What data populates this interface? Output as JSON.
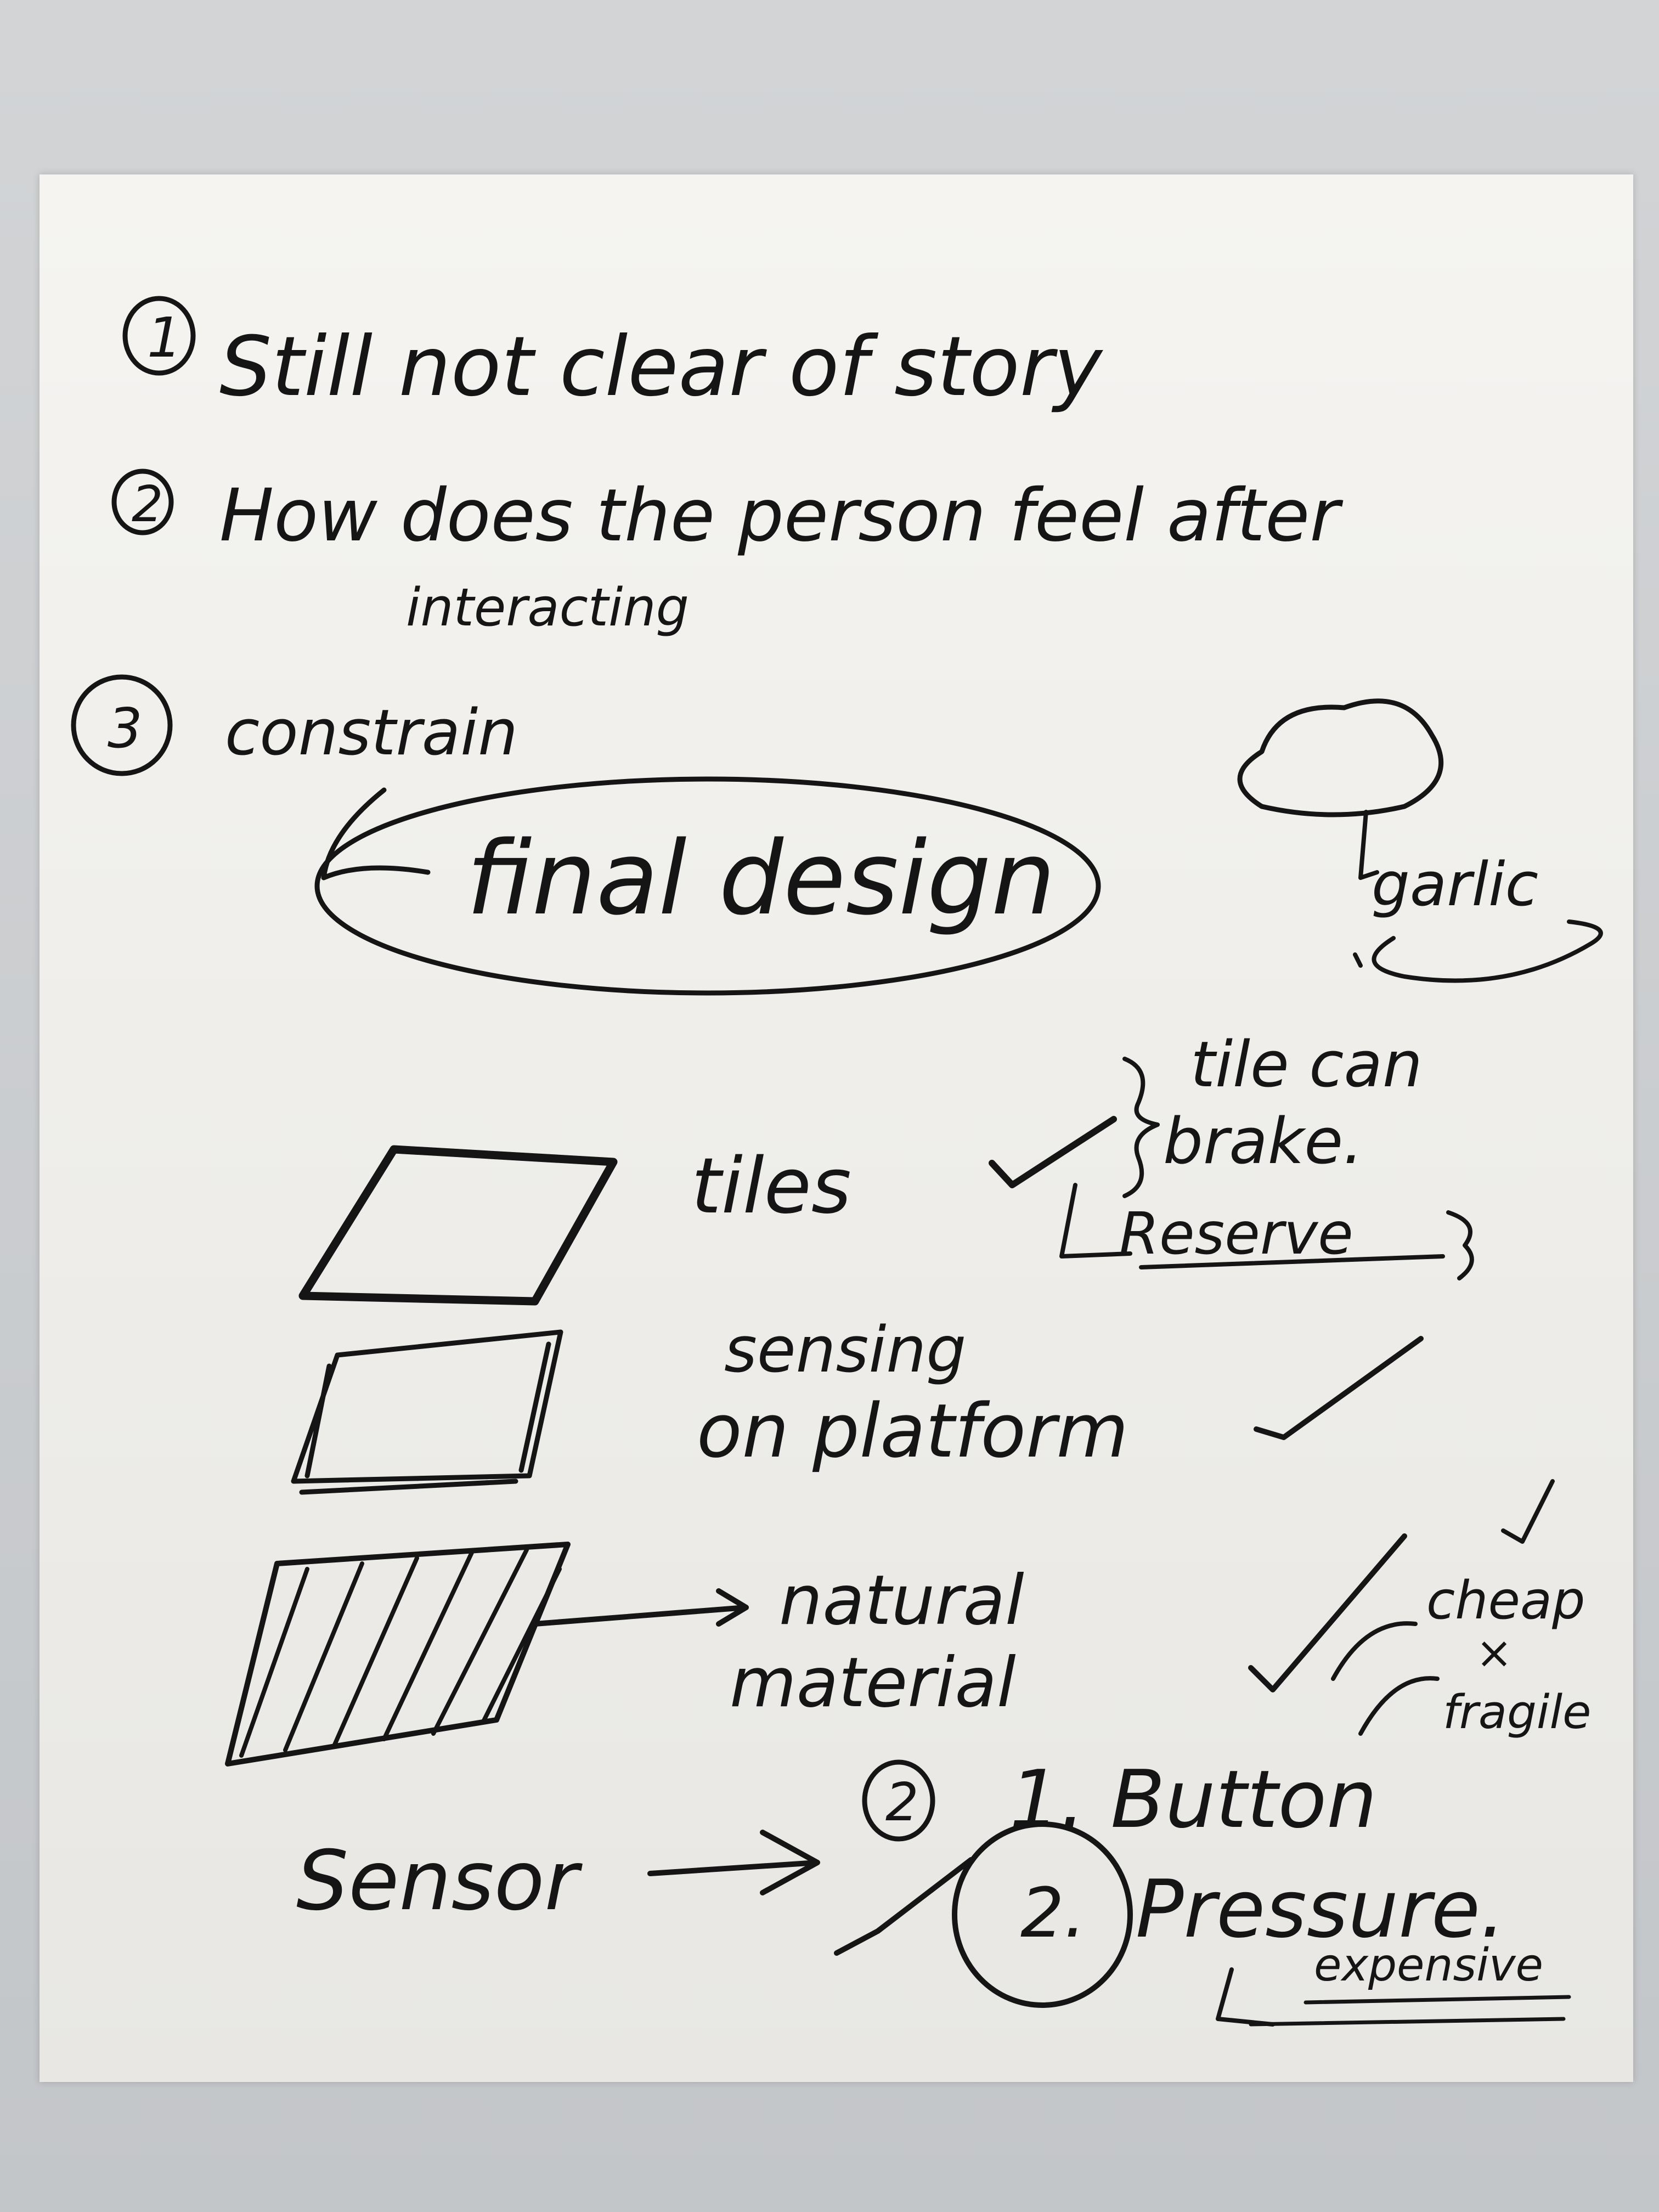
{
  "items": [
    {
      "number": "1",
      "text": "Still not clear of story"
    },
    {
      "number": "2",
      "text": "How does the person feel after",
      "continuation": "interacting"
    },
    {
      "number": "3",
      "text": "constrain"
    }
  ],
  "final_design": "final design",
  "cloud_label": "garlic",
  "tiles": {
    "label": "tiles",
    "note_line1": "tile can",
    "note_line2": "brake.",
    "note_sub": "Reserve"
  },
  "sensing": {
    "line1": "sensing",
    "line2": "on platform"
  },
  "natural": {
    "line1": "natural",
    "line2": "material",
    "option_cheap": "cheap",
    "option_fragile": "fragile",
    "cross": "×"
  },
  "sensor": {
    "label": "Sensor",
    "circle_label": "2",
    "option1": "1. Button",
    "option2_number": "2.",
    "option2": "Pressure.",
    "option2_note": "expensive"
  }
}
